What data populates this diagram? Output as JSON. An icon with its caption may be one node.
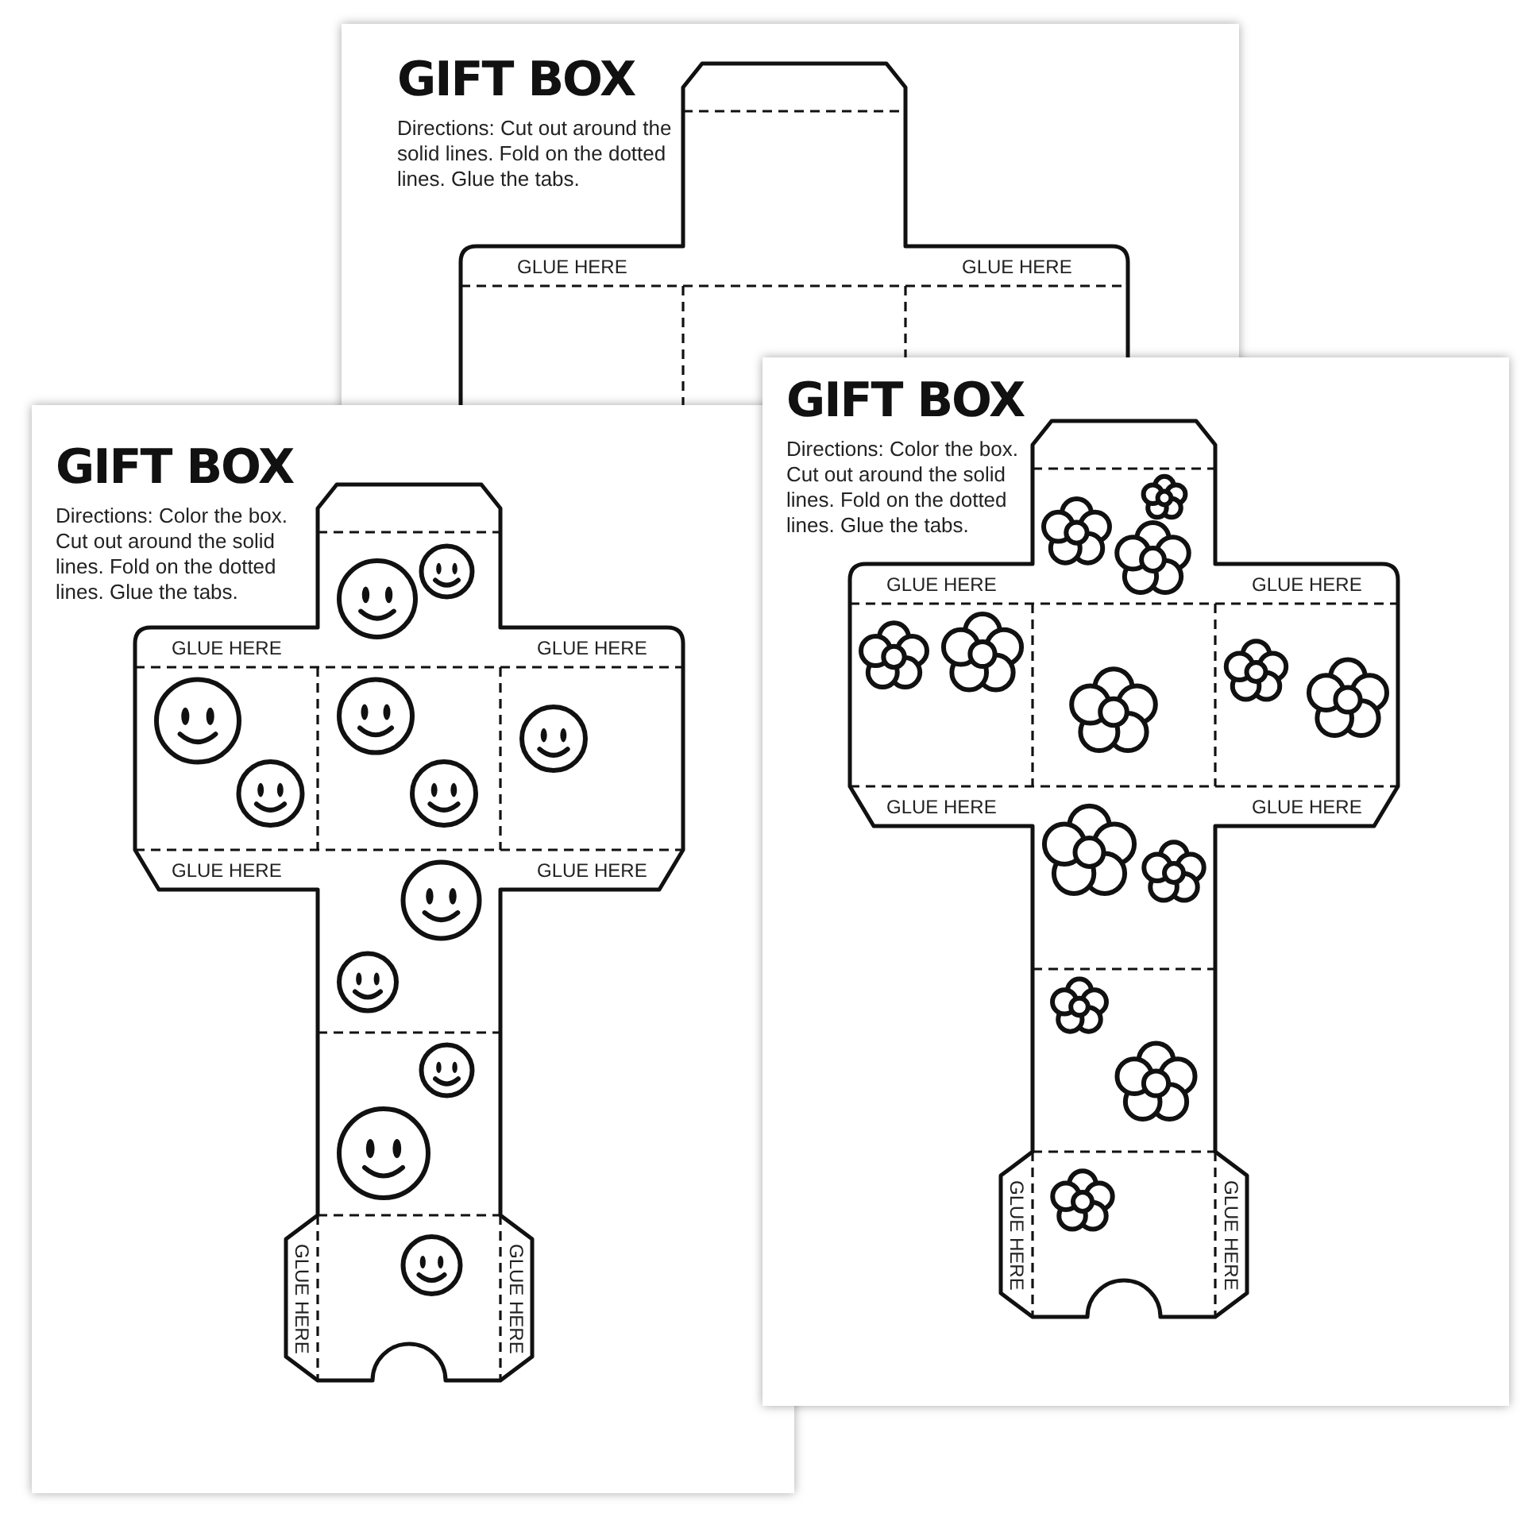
{
  "diagram": {
    "labels": [
      "GIFT BOX",
      "Directions: Cut out around the solid lines. Fold on the dotted lines. Glue the tabs.",
      "GLUE HERE",
      "GLUE HERE",
      "GIFT BOX",
      "Directions: Color the box. Cut out around the solid lines. Fold on the dotted lines. Glue the tabs.",
      "GLUE HERE",
      "GLUE HERE",
      "GLUE HERE",
      "GLUE HERE",
      "GLUE HERE",
      "GLUE HERE",
      "GIFT BOX",
      "Directions: Color the box. Cut out around the solid lines. Fold on the dotted lines. Glue the tabs.",
      "GLUE HERE",
      "GLUE HERE",
      "GLUE HERE",
      "GLUE HERE",
      "GLUE HERE",
      "GLUE HERE"
    ]
  }
}
